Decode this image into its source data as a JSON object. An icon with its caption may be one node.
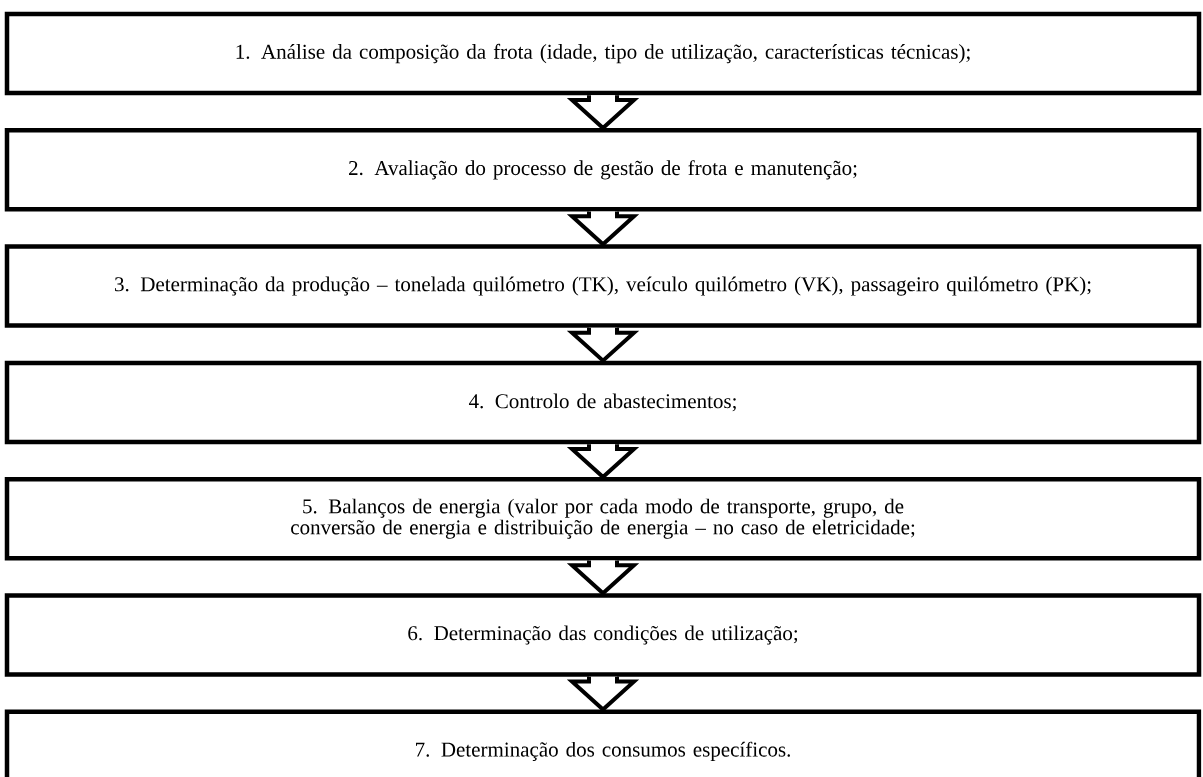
{
  "diagram": {
    "nodes": [
      {
        "text": [
          "1. Análise da composição da frota (idade, tipo de utilização, características técnicas);"
        ]
      },
      {
        "text": [
          "2. Avaliação do processo de gestão de frota e manutenção;"
        ]
      },
      {
        "text": [
          "3. Determinação da produção – tonelada quilómetro (TK), veículo quilómetro (VK), passageiro quilómetro (PK);"
        ]
      },
      {
        "text": [
          "4. Controlo de abastecimentos;"
        ]
      },
      {
        "text": [
          "5. Balanços de energia (valor por cada modo de transporte, grupo, de conversão de energia e distribuição de energia – no caso de eletricidade;"
        ]
      },
      {
        "text": [
          "6. Determinação das condições de utilização;"
        ]
      },
      {
        "text": [
          "7. Determinação dos consumos específicos."
        ]
      }
    ],
    "edges": [
      {
        "from": 0,
        "to": 1,
        "arrow": "to"
      },
      {
        "from": 1,
        "to": 2,
        "arrow": "to"
      },
      {
        "from": 2,
        "to": 3,
        "arrow": "to"
      },
      {
        "from": 3,
        "to": 4,
        "arrow": "to"
      },
      {
        "from": 4,
        "to": 5,
        "arrow": "to"
      },
      {
        "from": 5,
        "to": 6,
        "arrow": "to"
      }
    ]
  }
}
